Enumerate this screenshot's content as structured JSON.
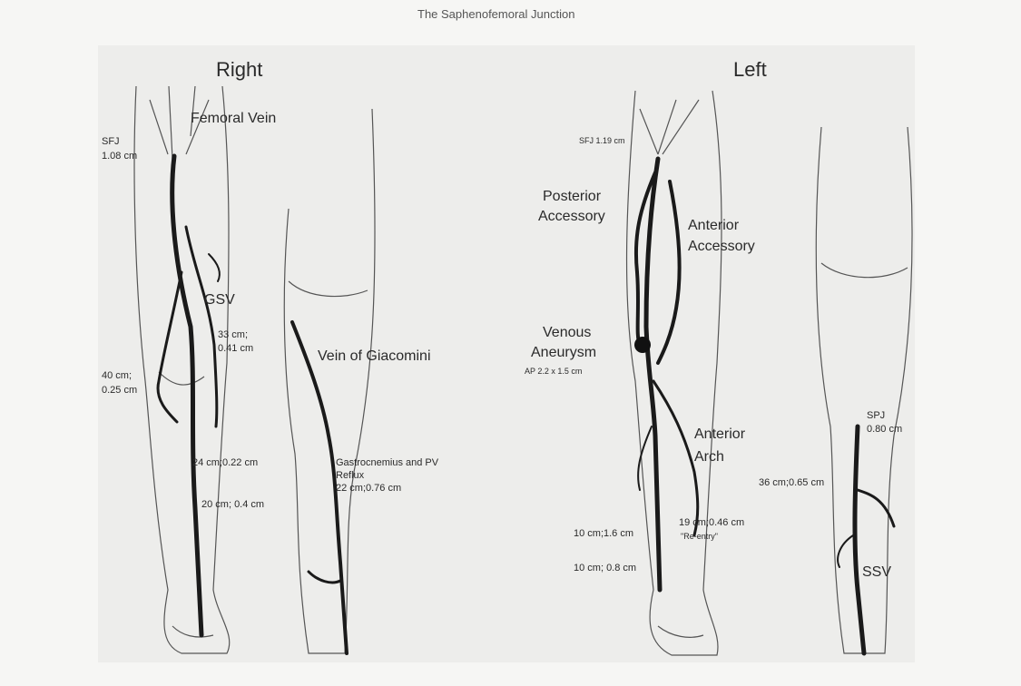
{
  "title": "The Saphenofemoral Junction",
  "right": {
    "heading": "Right",
    "femoral_vein": "Femoral Vein",
    "sfj": "SFJ",
    "sfj_size": "1.08 cm",
    "gsv": "GSV",
    "m1a": "33 cm;",
    "m1b": "0.41 cm",
    "m2a": "40 cm;",
    "m2b": "0.25 cm",
    "m3": "24 cm;0.22 cm",
    "m4": "20 cm; 0.4 cm",
    "giacomini": "Vein of Giacomini",
    "gastroc1": "Gastrocnemius and PV",
    "gastroc2": "Reflux",
    "gastroc3": "22 cm;0.76 cm"
  },
  "left": {
    "heading": "Left",
    "sfj": "SFJ 1.19 cm",
    "posterior1": "Posterior",
    "posterior2": "Accessory",
    "anterior1": "Anterior",
    "anterior2": "Accessory",
    "venous1": "Venous",
    "venous2": "Aneurysm",
    "aneurysm_size": "AP 2.2 x 1.5 cm",
    "arch1": "Anterior",
    "arch2": "Arch",
    "ssj1": "SPJ",
    "ssj2": "0.80 cm",
    "m5": "36 cm;0.65 cm",
    "m6a": "19 cm;0.46 cm",
    "m6b": "\"Re-entry\"",
    "m7": "10 cm;1.6 cm",
    "m8": "10 cm; 0.8 cm",
    "ssv": "SSV"
  }
}
